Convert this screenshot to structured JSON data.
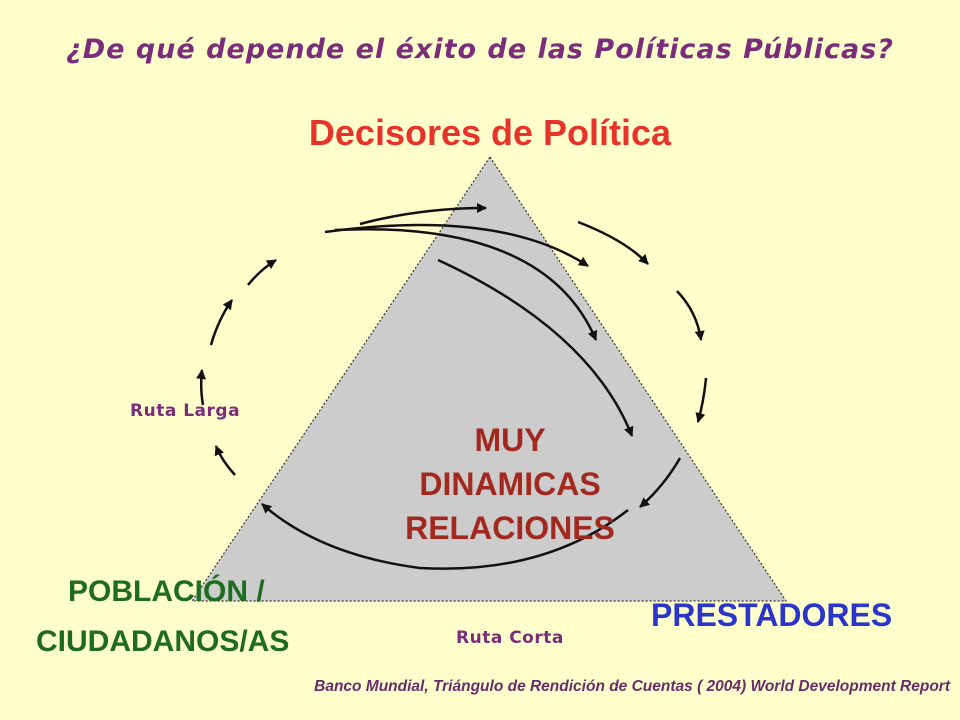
{
  "title": "¿De qué depende el éxito de las Políticas Públicas?",
  "vertices": {
    "top": "Decisores de Política",
    "bottom_left_line1": "POBLACIÓN /",
    "bottom_left_line2": "CIUDADANOS/AS",
    "bottom_right": "PRESTADORES"
  },
  "center": {
    "line1": "MUY",
    "line2": "DINAMICAS",
    "line3": "RELACIONES"
  },
  "routes": {
    "long": "Ruta Larga",
    "short": "Ruta Corta"
  },
  "source": "Banco Mundial, Triángulo de Rendición de Cuentas ( 2004) World Development Report",
  "colors": {
    "background": "#ffffcc",
    "title": "#7b2d7b",
    "top_vertex": "#e8332a",
    "center_text": "#a3281e",
    "left_vertex": "#1f6b1f",
    "right_vertex": "#2a35c9",
    "triangle_fill": "#cccccc"
  }
}
